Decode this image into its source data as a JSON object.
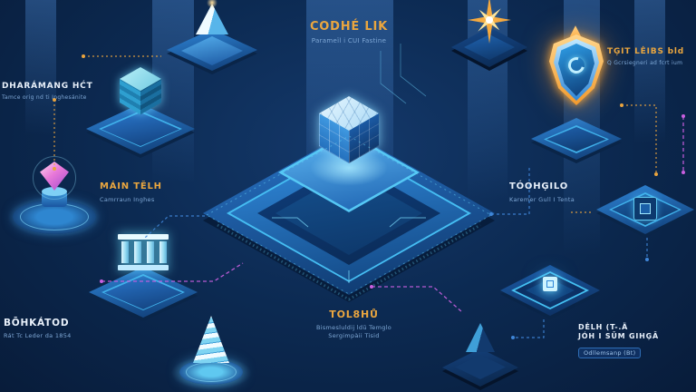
{
  "colors": {
    "accent_orange": "#eaa63f",
    "text_white": "#e8f0fa",
    "text_subtitle": "#7fa8d6",
    "line_orange": "#eaa43e",
    "line_magenta": "#c95fe0",
    "line_blue": "#3f86d8",
    "platform_cyan_rim": "#45bdf2",
    "shield_glow": "#f2a93c"
  },
  "icons": {
    "top_left": "pyramid-icon",
    "left": "server-stack-icon",
    "left_mid": "gem-icon",
    "bottom_left": "columns-icon",
    "bottom_center": "spiral-cone-icon",
    "center": "cube-chip-icon",
    "top_right": "starburst-icon",
    "right_shield": "shield-icon",
    "right": "chip-icon",
    "bottom_right": "chip-icon",
    "bottom_right_far": "pyramid-icon"
  },
  "labels": {
    "top_center": {
      "title": "CODHÉ LIK",
      "subtitle": "Parameïl i CUI Fastine"
    },
    "left_top": {
      "title": "DHARÁMANG HĆT",
      "subtitle": "Tamce orig nd ti Inghesánite"
    },
    "left_mid": {
      "title": "MÁIN TĔLH",
      "subtitle": "Camrraun Inghes"
    },
    "bottom_left": {
      "title": "BŌHKÁTOD",
      "subtitle": "Rát Tc Leder da 1854"
    },
    "bottom_center": {
      "title": "TOL8HŮ",
      "subtitle": "Bismesluldij ldŭ Temglo",
      "subtitle2": "Sergimpàii Tisid"
    },
    "right_top": {
      "title": "TĢIT LĖIBS bld",
      "subtitle": "Q Gcrsiegneri ad fcrt ium"
    },
    "right_mid": {
      "title": "TÓOHĢILO",
      "subtitle": "Karemer Gull I Tenta"
    },
    "bottom_right": {
      "title_line1": "DĖLH (T-.Ä",
      "title_line2": "JÓH I SŪM GIHĢĀ",
      "subtitle": "Odllemsanp (Bt)"
    }
  }
}
